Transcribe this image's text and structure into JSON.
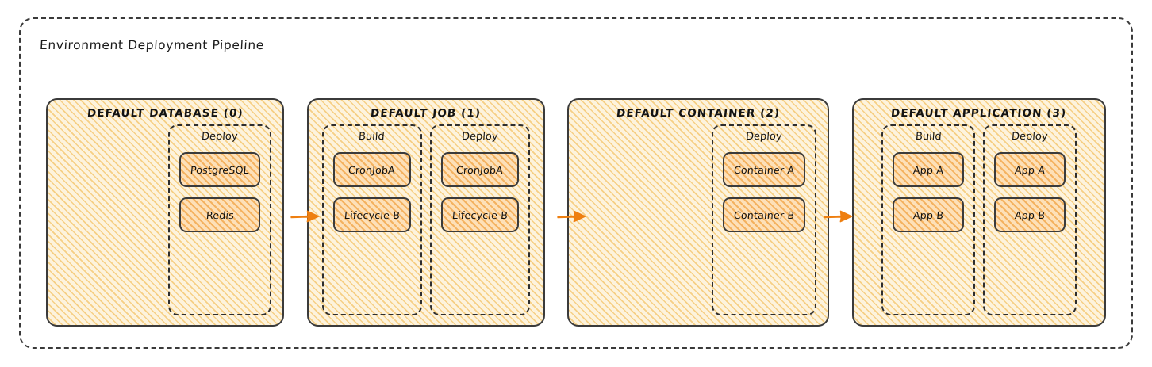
{
  "diagram": {
    "title": "Environment Deployment Pipeline",
    "type": "pipeline-flow",
    "colors": {
      "arrow": "#ee7f10",
      "group_border": "#3b3b3b",
      "group_fill": "#fdf3dd",
      "group_hatch": "#f0b23c",
      "node_fill": "#fde0b8",
      "node_hatch": "#ee962a",
      "node_border": "#3b3b3b",
      "stage_border": "#2e2e2e",
      "env_border": "#3a3a3a",
      "text": "#121212",
      "background": "#ffffff"
    },
    "groups": [
      {
        "id": "default-database",
        "title": "DEFAULT DATABASE (0)",
        "index": "0",
        "stages": [
          {
            "title": "Deploy",
            "nodes": [
              {
                "label": "PostgreSQL"
              },
              {
                "label": "Redis"
              }
            ]
          }
        ]
      },
      {
        "id": "default-job",
        "title": "DEFAULT JOB (1)",
        "index": "1",
        "stages": [
          {
            "title": "Build",
            "nodes": [
              {
                "label": "CronJobA"
              },
              {
                "label": "Lifecycle B"
              }
            ]
          },
          {
            "title": "Deploy",
            "nodes": [
              {
                "label": "CronJobA"
              },
              {
                "label": "Lifecycle B"
              }
            ]
          }
        ]
      },
      {
        "id": "default-container",
        "title": "DEFAULT CONTAINER (2)",
        "index": "2",
        "stages": [
          {
            "title": "Deploy",
            "nodes": [
              {
                "label": "Container A"
              },
              {
                "label": "Container B"
              }
            ]
          }
        ]
      },
      {
        "id": "default-application",
        "title": "DEFAULT APPLICATION (3)",
        "index": "3",
        "stages": [
          {
            "title": "Build",
            "nodes": [
              {
                "label": "App A"
              },
              {
                "label": "App B"
              }
            ]
          },
          {
            "title": "Deploy",
            "nodes": [
              {
                "label": "App A"
              },
              {
                "label": "App B"
              }
            ]
          }
        ]
      }
    ],
    "connectors": [
      {
        "from": "default-database",
        "to": "default-job",
        "kind": "arrow-right"
      },
      {
        "from": "default-job",
        "to": "default-container",
        "kind": "arrow-right"
      },
      {
        "from": "default-container",
        "to": "default-application",
        "kind": "arrow-right"
      }
    ]
  }
}
